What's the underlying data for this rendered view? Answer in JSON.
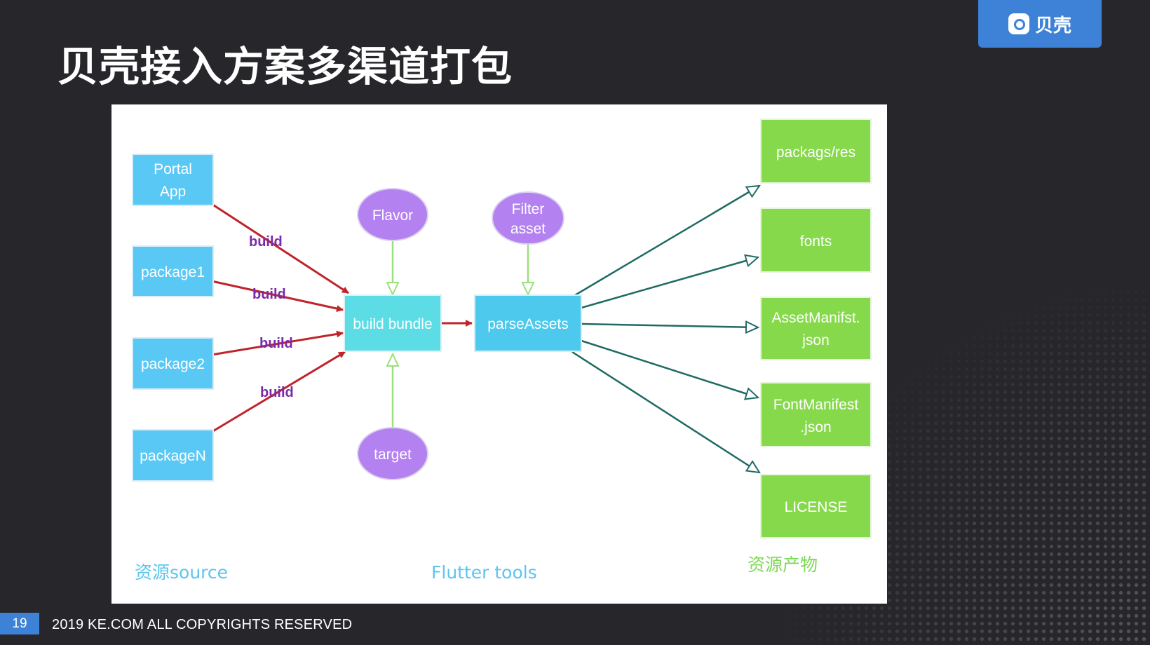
{
  "slide": {
    "title": "贝壳接入方案多渠道打包",
    "logo_text": "贝壳",
    "page_number": "19",
    "footer": "2019 KE.COM ALL COPYRIGHTS RESERVED"
  },
  "diagram": {
    "sources": [
      {
        "id": "portal",
        "lines": [
          "Portal",
          "App"
        ]
      },
      {
        "id": "package1",
        "lines": [
          "package1"
        ]
      },
      {
        "id": "package2",
        "lines": [
          "package2"
        ]
      },
      {
        "id": "packageN",
        "lines": [
          "packageN"
        ]
      }
    ],
    "inputs": [
      {
        "id": "flavor",
        "lines": [
          "Flavor"
        ]
      },
      {
        "id": "filter",
        "lines": [
          "Filter",
          "asset"
        ]
      },
      {
        "id": "target",
        "lines": [
          "target"
        ]
      }
    ],
    "process": [
      {
        "id": "build-bundle",
        "lines": [
          "build bundle"
        ]
      },
      {
        "id": "parse-assets",
        "lines": [
          "parseAssets"
        ]
      }
    ],
    "outputs": [
      {
        "id": "packags-res",
        "lines": [
          "packags/res"
        ]
      },
      {
        "id": "fonts",
        "lines": [
          "fonts"
        ]
      },
      {
        "id": "asset-manifest",
        "lines": [
          "AssetManifst.",
          "json"
        ]
      },
      {
        "id": "font-manifest",
        "lines": [
          "FontManifest",
          ".json"
        ]
      },
      {
        "id": "license",
        "lines": [
          "LICENSE"
        ]
      }
    ],
    "edge_label": "build",
    "section_labels": {
      "source": "资源source",
      "tools": "Flutter tools",
      "product": "资源产物"
    },
    "colors": {
      "source_box": "#5ac8f5",
      "process_box": "#5cdde6",
      "parse_box": "#4cc9ec",
      "ellipse": "#b481f0",
      "output_box": "#86d94b",
      "red_arrow": "#c0242b",
      "teal_arrow": "#1f6b63",
      "green_arrow": "#9be07c",
      "label_purple": "#7a2aa8"
    }
  }
}
